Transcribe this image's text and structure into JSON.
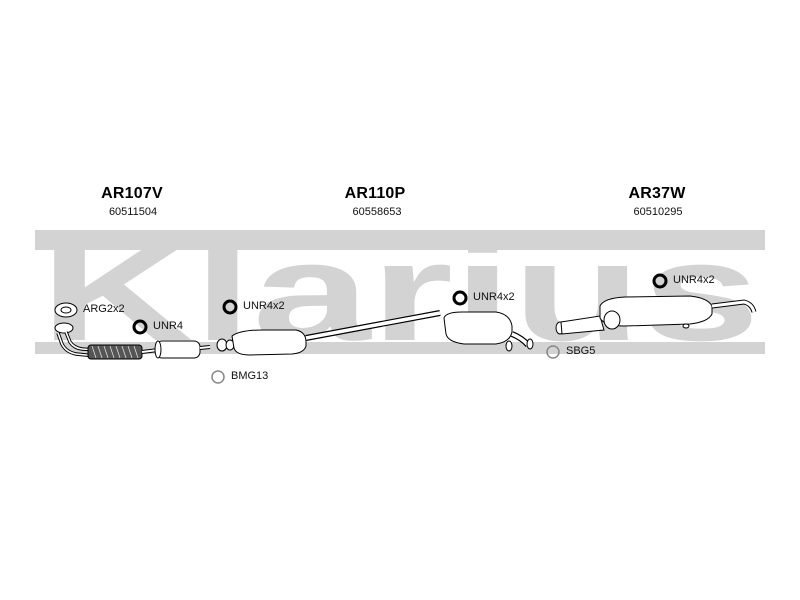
{
  "watermark": {
    "brand_text": "Klarius",
    "color": "#d3d3d3"
  },
  "parts": [
    {
      "code": "AR107V",
      "ref": "60511504"
    },
    {
      "code": "AR110P",
      "ref": "60558653"
    },
    {
      "code": "AR37W",
      "ref": "60510295"
    }
  ],
  "accessories": [
    {
      "label": "ARG2x2",
      "icon": "gasket-icon"
    },
    {
      "label": "UNR4",
      "icon": "ring-icon"
    },
    {
      "label": "UNR4x2",
      "icon": "ring-icon"
    },
    {
      "label": "BMG13",
      "icon": "ring-icon"
    },
    {
      "label": "UNR4x2",
      "icon": "ring-icon"
    },
    {
      "label": "SBG5",
      "icon": "ring-icon"
    },
    {
      "label": "UNR4x2",
      "icon": "ring-icon"
    }
  ],
  "colors": {
    "line": "#000000",
    "part_fill": "#ffffff",
    "watermark": "#d3d3d3"
  }
}
